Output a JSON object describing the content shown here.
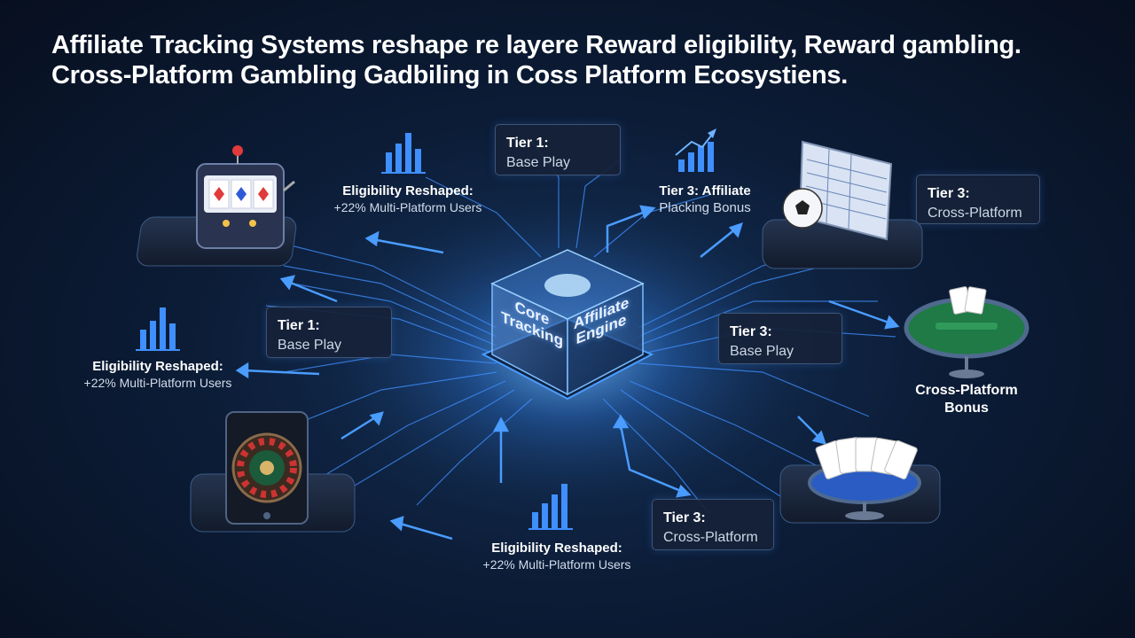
{
  "title": {
    "line1": "Affiliate Tracking Systems reshape re layere Reward eligibility, Reward gambling.",
    "line2": "Cross-Platform Gambling Gadbiling in Coss Platform Ecosystiens."
  },
  "hub": {
    "left_face": "Core Tracking",
    "right_face": "Affiliate Engine"
  },
  "cards": {
    "tier1_top": {
      "title": "Tier 1:",
      "sub": "Base Play"
    },
    "tier1_left": {
      "title": "Tier 1:",
      "sub": "Base Play"
    },
    "tier3_right_mid": {
      "title": "Tier 3:",
      "sub": "Base Play"
    },
    "tier3_top_right": {
      "title": "Tier 3:",
      "sub": "Cross-Platform"
    },
    "tier3_bottom": {
      "title": "Tier 3:",
      "sub": "Cross-Platform"
    }
  },
  "affiliate_label": {
    "line1": "Tier 3: Affiliate",
    "line2": "Placking Bonus"
  },
  "cross_platform_bonus": {
    "line1": "Cross-Platform",
    "line2": "Bonus"
  },
  "stats": [
    {
      "title": "Eligibility Reshaped:",
      "sub": "+22% Multi-Platform Users"
    },
    {
      "title": "Eligibility Reshaped:",
      "sub": "+22% Multi-Platform Users"
    },
    {
      "title": "Eligibility Reshaped:",
      "sub": "+22% Multi-Platform Users"
    }
  ],
  "icons": {
    "slot": "slot-machine-icon",
    "roulette": "roulette-tablet-icon",
    "sports": "sports-betting-icon",
    "poker": "poker-table-icon",
    "cards": "playing-cards-icon"
  },
  "colors": {
    "accent": "#3a8cff",
    "glow": "#6fb4ff",
    "card_bg": "#162238",
    "card_border": "#3e5578"
  }
}
